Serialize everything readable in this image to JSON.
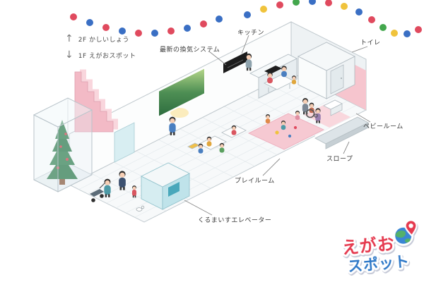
{
  "legend": {
    "up_arrow": "↑",
    "up_label": "2F かしいしょう",
    "down_arrow": "↓",
    "down_label": "1F えがおスポット"
  },
  "labels": {
    "ventilation": "最新の換気システム",
    "kitchen": "キッチン",
    "toilet": "トイレ",
    "baby_room": "ベビールーム",
    "slope": "スロープ",
    "playroom": "プレイルーム",
    "wheelchair_elevator": "くるまいすエレベーター"
  },
  "logo": {
    "line1": "えがお",
    "line2": "スポット"
  },
  "colors": {
    "garland_red": "#e04a5e",
    "garland_blue": "#3a6fc4",
    "garland_yellow": "#f0c33c",
    "garland_green": "#43a74d",
    "accent_pink": "#f5c6d0",
    "accent_teal": "#bfe3ea",
    "tree_green": "#2f7a4b",
    "logo_red": "#e5394e",
    "logo_blue": "#2f79c8"
  }
}
